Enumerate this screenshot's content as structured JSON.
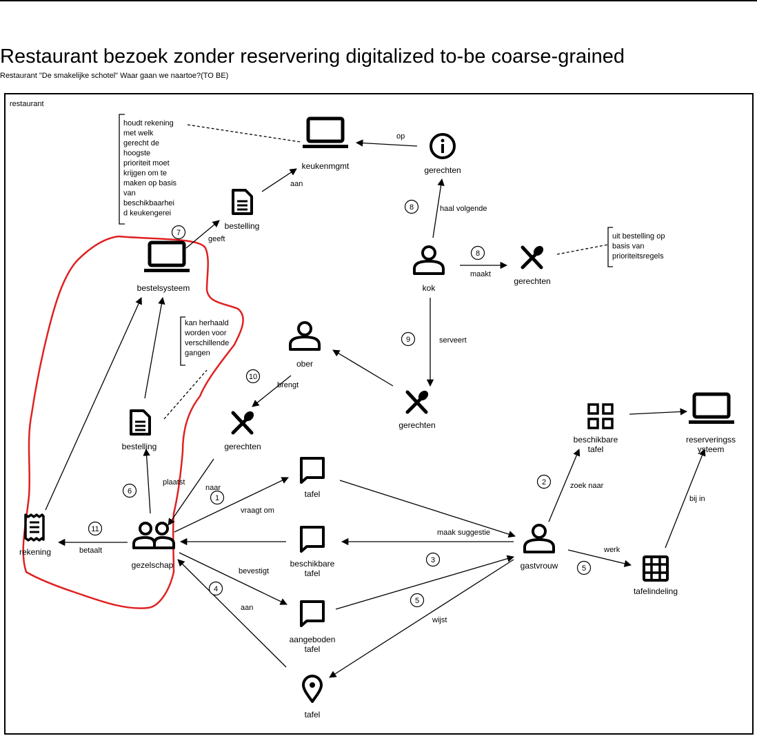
{
  "title": "Restaurant bezoek zonder reservering digitalized to-be coarse-grained",
  "subtitle": "Restaurant \"De smakelijke schotel\" Waar gaan we naartoe?(TO BE)",
  "frame_label": "restaurant",
  "nodes": {
    "keukenmgmt": "keukenmgmt",
    "gerechten_info": "gerechten",
    "bestelling_top": "bestelling",
    "bestelsysteem": "bestelsysteem",
    "kok": "kok",
    "gerechten_kok": "gerechten",
    "ober": "ober",
    "gerechten_mid": "gerechten",
    "gerechten_left": "gerechten",
    "bestelling_mid": "bestelling",
    "rekening": "rekening",
    "gezelschap": "gezelschap",
    "tafel_chat": "tafel",
    "beschikbare_tafel_chat_1": "beschikbare",
    "beschikbare_tafel_chat_2": "tafel",
    "aangeboden_tafel_1": "aangeboden",
    "aangeboden_tafel_2": "tafel",
    "tafel_pin": "tafel",
    "gastvrouw": "gastvrouw",
    "beschikbare_tafel_grid_1": "beschikbare",
    "beschikbare_tafel_grid_2": "tafel",
    "reserveringssysteem_1": "reserveringss",
    "reserveringssysteem_2": "ysteem",
    "tafelindeling": "tafelindeling"
  },
  "notes": {
    "keuken": [
      "houdt rekening",
      "met welk",
      "gerecht de",
      "hoogste",
      "prioriteit moet",
      "krijgen om te",
      "maken op basis",
      "van",
      "beschikbaarhei",
      "d keukengerei"
    ],
    "kok": [
      "uit bestelling op",
      "basis van",
      "prioriteitsregels"
    ],
    "bestelling": [
      "kan herhaald",
      "worden voor",
      "verschillende",
      "gangen"
    ]
  },
  "edge_labels": {
    "op": "op",
    "aan_top": "aan",
    "geeft": "geeft",
    "haal_volgende": "haal volgende",
    "maakt": "maakt",
    "serveert": "serveert",
    "brengt": "brengt",
    "plaatst": "plaatst",
    "naar": "naar",
    "vraagt_om": "vraagt om",
    "betaalt": "betaalt",
    "maak_suggestie": "maak suggestie",
    "bevestigt": "bevestigt",
    "aan_bottom": "aan",
    "wijst": "wijst",
    "zoek_naar": "zoek naar",
    "werk": "werk",
    "bij_in": "bij in"
  },
  "step_numbers": {
    "n7": "7",
    "n8a": "8",
    "n8b": "8",
    "n9": "9",
    "n10": "10",
    "n6": "6",
    "n1": "1",
    "n11": "11",
    "n3": "3",
    "n4": "4",
    "n5a": "5",
    "n2": "2",
    "n5b": "5"
  },
  "colors": {
    "highlight": "#e02020",
    "ink": "#000000",
    "background": "#ffffff"
  }
}
